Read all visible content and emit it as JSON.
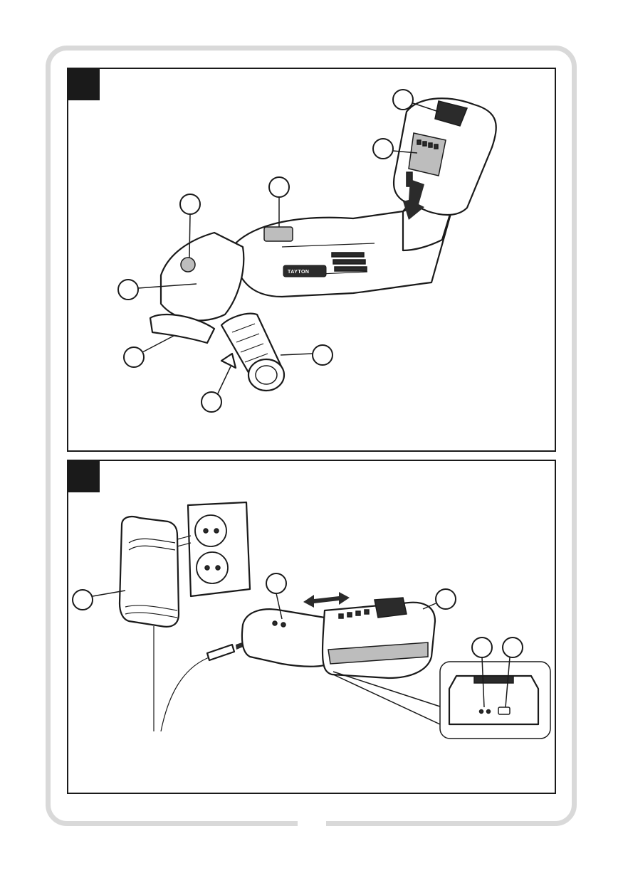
{
  "brand_badge": "TAYTON",
  "panels": [
    {
      "id": "panel-a",
      "subject": "cordless-angle-grinder-and-battery"
    },
    {
      "id": "panel-b",
      "subject": "charger-and-battery"
    }
  ],
  "colors": {
    "frame": "#d9d9d9",
    "ink": "#1a1a1a",
    "panel_tab": "#1a1a1a"
  }
}
